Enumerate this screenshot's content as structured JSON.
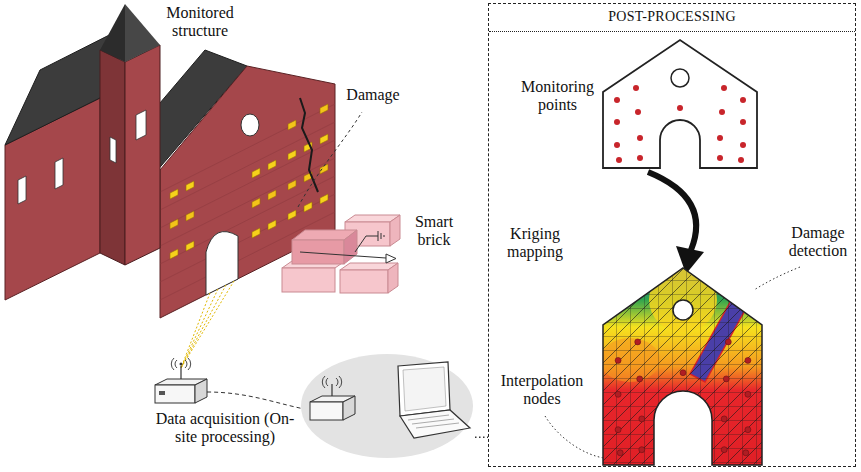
{
  "diagram": {
    "nodes": [
      {
        "text": [
          "POST-PROCESSING"
        ]
      },
      {
        "text": [
          "Data acquisition (On-site processing)"
        ]
      }
    ],
    "edges": [
      {
        "from": 1,
        "to": 0,
        "arrow": "none"
      }
    ],
    "labels": [
      "Monitored structure",
      "Damage",
      "Smart brick",
      "Monitoring points",
      "Kriging mapping",
      "Damage detection",
      "Interpolation nodes"
    ]
  }
}
